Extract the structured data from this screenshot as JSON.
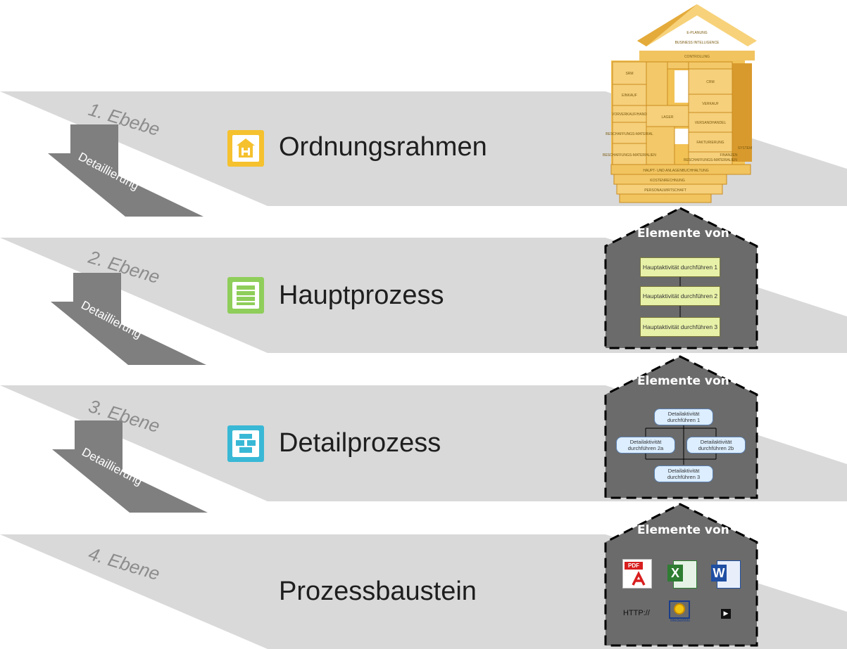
{
  "levels": [
    {
      "level_label": "1. Ebebe",
      "title": "Ordnungsrahmen",
      "icon": "house-frame-icon",
      "icon_color": "#f5c12e"
    },
    {
      "level_label": "2. Ebene",
      "title": "Hauptprozess",
      "icon": "process-list-icon",
      "icon_color": "#8fce5a"
    },
    {
      "level_label": "3. Ebene",
      "title": "Detailprozess",
      "icon": "detail-blocks-icon",
      "icon_color": "#39b8d6"
    },
    {
      "level_label": "4. Ebene",
      "title": "Prozessbaustein"
    }
  ],
  "detaillierung_label": "Detaillierung",
  "elements_title": "Elemente von",
  "house_labels": {
    "roof": [
      "E-PLANUNG",
      "BUSINESS INTELLIGENCE",
      "CONTROLLING"
    ],
    "left_column": [
      "SRM",
      "EINKAUF",
      "VORVERKAUF/HAND",
      "BESCHAFFUNGS-MATERIAL",
      "BESCHAFFUNGS-MATERIALIEN"
    ],
    "center": [
      "LAGER"
    ],
    "right_column": [
      "CRM",
      "VERKAUF",
      "VERSANDHANDEL",
      "FAKTURIERUNG",
      "BESCHAFFUNGS-MATERIALIEN"
    ],
    "side": [
      "FINANZEN",
      "SYSTEM"
    ],
    "base": [
      "HAUPT- UND ANLAGENBUCHHALTUNG",
      "KOSTENRECHNUNG",
      "PERSONALWIRTSCHAFT"
    ]
  },
  "hauptprozess_steps": [
    "Hauptaktivität durchführen 1",
    "Hauptaktivität durchführen 2",
    "Hauptaktivität durchführen 3"
  ],
  "detailprozess_steps": [
    "Detailaktivität durchführen 1",
    "Detailaktivität durchführen 2a",
    "Detailaktivität durchführen 2b",
    "Detailaktivität durchführen 3"
  ],
  "baustein_items": [
    {
      "icon": "pdf-file-icon",
      "label": "PDF"
    },
    {
      "icon": "excel-file-icon",
      "label": "X"
    },
    {
      "icon": "word-file-icon",
      "label": "W"
    },
    {
      "icon": "http-link-icon",
      "label": "HTTP://"
    },
    {
      "icon": "mediawiki-icon",
      "label": "MediaWiki"
    },
    {
      "icon": "video-play-icon",
      "label": "▶"
    }
  ],
  "colors": {
    "plane": "#d9d9d9",
    "arrow": "#7f7f7f",
    "house_bg": "#6b6b6b",
    "gold": "#f2c255"
  }
}
